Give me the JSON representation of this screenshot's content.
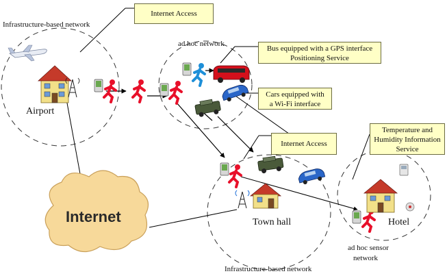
{
  "labels": {
    "infra_top": "Infrastructure-based network",
    "infra_bottom": "Infrastructure-based network",
    "adhoc": "ad hoc network",
    "airport": "Airport",
    "town_hall": "Town hall",
    "hotel": "Hotel",
    "internet": "Internet",
    "adhoc_sensor_line1": "ad hoc sensor",
    "adhoc_sensor_line2": "network"
  },
  "callouts": {
    "internet_access_top": "Internet Access",
    "bus_line1": "Bus equipped with a GPS interface",
    "bus_line2": "Positioning Service",
    "cars_line1": "Cars  equipped with",
    "cars_line2": "a Wi-Fi interface",
    "internet_access_mid": "Internet Access",
    "temp_line1": "Temperature and",
    "temp_line2": "Humidity Information",
    "temp_line3": "Service"
  },
  "colors": {
    "callout_fill": "#ffffc6",
    "cloud_fill": "#f7d99a",
    "person_red": "#e8102a",
    "person_blue": "#1e8fd8",
    "bus_red": "#d4101c",
    "car_blue": "#2a66c8",
    "jeep_green": "#4a5a3a",
    "house_yellow": "#f2e089",
    "roof_red": "#c53a2a"
  },
  "icons": [
    "airplane-icon",
    "house-icon",
    "antenna-icon",
    "pda-icon",
    "person-icon",
    "bus-icon",
    "car-icon",
    "jeep-icon",
    "cloud-icon",
    "sensor-icon"
  ]
}
